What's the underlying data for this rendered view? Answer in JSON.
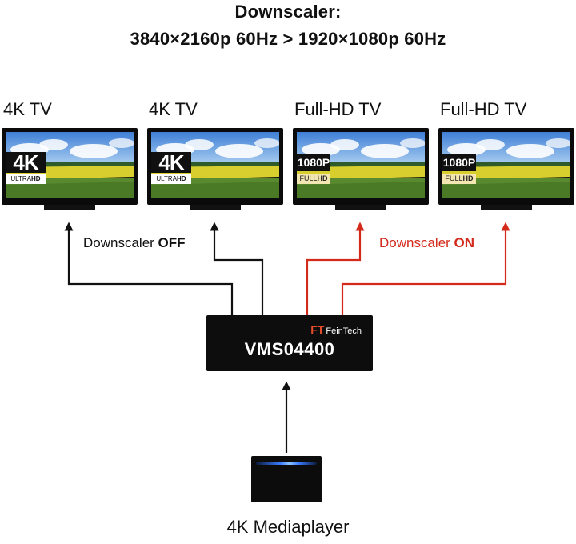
{
  "title_line1": "Downscaler:",
  "title_line2": "3840×2160p 60Hz > 1920×1080p 60Hz",
  "tvs": [
    {
      "label": "4K TV",
      "badge_big": "4K",
      "badge_small_a": "ULTRA",
      "badge_small_b": "HD"
    },
    {
      "label": "4K TV",
      "badge_big": "4K",
      "badge_small_a": "ULTRA",
      "badge_small_b": "HD"
    },
    {
      "label": "Full-HD TV",
      "badge_big": "1080P",
      "badge_small_a": "FULL",
      "badge_small_b": "HD"
    },
    {
      "label": "Full-HD TV",
      "badge_big": "1080P",
      "badge_small_a": "FULL",
      "badge_small_b": "HD"
    }
  ],
  "downscaler_off": {
    "prefix": "Downscaler ",
    "state": "OFF"
  },
  "downscaler_on": {
    "prefix": "Downscaler ",
    "state": "ON"
  },
  "device": {
    "brand_mark": "FT",
    "brand_name": "FeinTech",
    "model": "VMS04400"
  },
  "source": {
    "label": "4K Mediaplayer"
  },
  "colors": {
    "on_color": "#d32a1b",
    "off_color": "#111111",
    "device": "#0d0d0d"
  }
}
